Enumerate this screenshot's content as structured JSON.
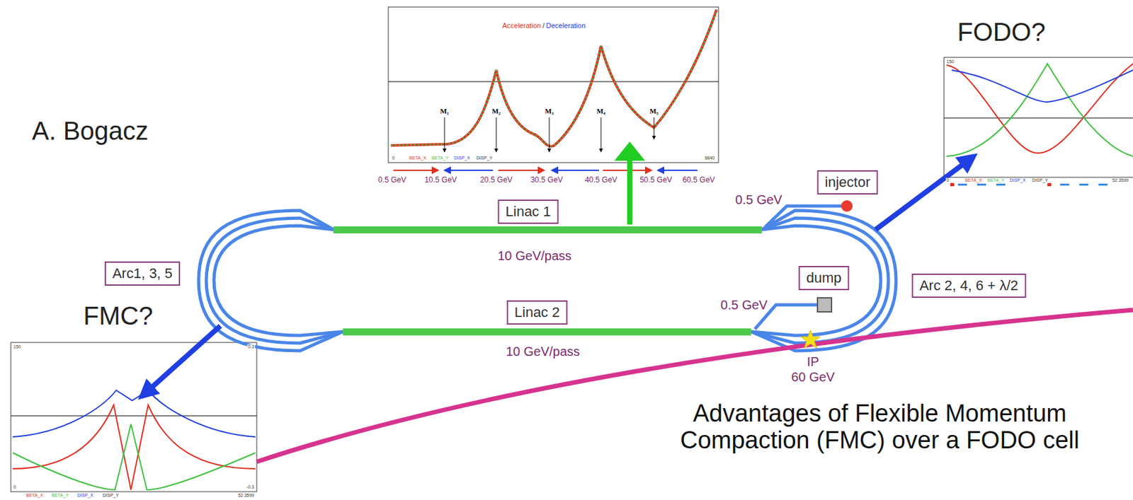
{
  "diagram": {
    "caption": "Advantages of Flexible Momentum Compaction (FMC) over a FODO cell",
    "nodes": [
      {
        "text": [
          "injector"
        ]
      },
      {
        "text": [
          "Arc1, 3, 5"
        ]
      },
      {
        "text": [
          "Linac 1"
        ]
      },
      {
        "text": [
          "dump"
        ]
      },
      {
        "text": [
          "Arc 2, 4, 6 + λ/2"
        ]
      },
      {
        "text": [
          "Linac 2"
        ]
      }
    ],
    "labels": [
      "A. Bogacz",
      "FODO?",
      "FMC?",
      "Acceleration",
      "/",
      "Deceleration",
      "M₁",
      "M₂",
      "M₃",
      "M₄",
      "M₅",
      "0.5 GeV",
      "10.5 GeV",
      "20.5 GeV",
      "30.5 GeV",
      "40.5 GeV",
      "50.5 GeV",
      "60.5 GeV",
      "0",
      "BETA_X",
      "BETA_Y",
      "DISP_X",
      "DISP_Y",
      "6840",
      "150",
      "0",
      "BETA_X",
      "BETA_Y",
      "DISP_X",
      "DISP_Y",
      "52.3599",
      "0.5 GeV",
      "10 GeV/pass",
      "0.5 GeV",
      "10 GeV/pass",
      "IP",
      "60 GeV",
      "150",
      "0.3",
      "-0.3",
      "0",
      "BETA_X",
      "BETA_Y",
      "DISP_X",
      "DISP_Y",
      "52.3599"
    ]
  }
}
